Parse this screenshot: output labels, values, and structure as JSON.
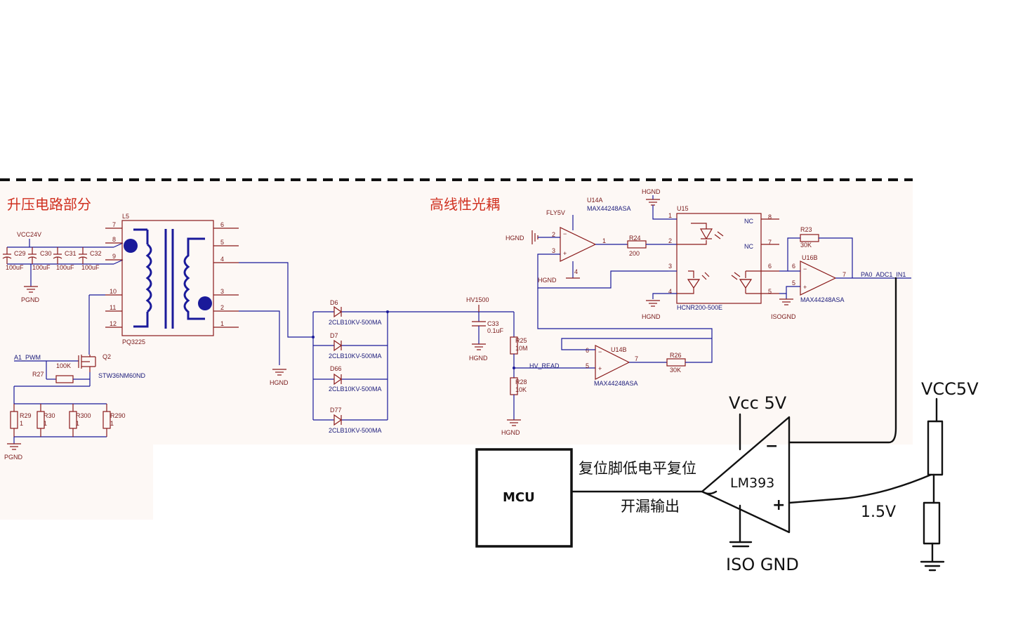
{
  "sections": {
    "boost_title": "升压电路部分",
    "optocoupler_title": "高线性光耦"
  },
  "labels": {
    "vcc24v": "VCC24V",
    "pgnd": "PGND",
    "pgnd2": "PGND",
    "c29": "C29",
    "c30": "C30",
    "c31": "C31",
    "c32": "C32",
    "cap_val": "100uF",
    "l5": "L5",
    "pq3225": "PQ3225",
    "a1_pwm": "A1_PWM",
    "r27": "R27",
    "r27_val": "100K",
    "q2": "Q2",
    "q2_part": "STW36NM60ND",
    "r29": "R29",
    "r30": "R30",
    "r300": "R300",
    "r290": "R290",
    "r_one": "1",
    "hgnd": "HGND",
    "d6": "D6",
    "d7": "D7",
    "d66": "D66",
    "d77": "D77",
    "diode_part": "2CLB10KV-500MA",
    "hv1500": "HV1500",
    "c33": "C33",
    "c33_val": "0.1uF",
    "r25": "R25",
    "r25_val": "10M",
    "r28": "R28",
    "r28_val": "10K",
    "hv_read": "HV_READ",
    "u14a": "U14A",
    "u14b": "U14B",
    "max_part": "MAX44248ASA",
    "fly5v": "FLY5V",
    "r24": "R24",
    "r24_val": "200",
    "u15": "U15",
    "hcnr": "HCNR200-500E",
    "nc": "NC",
    "r23": "R23",
    "r23_val": "30K",
    "u16b": "U16B",
    "pa0": "PA0_ADC1_IN1",
    "isognd": "ISOGND",
    "r26": "R26",
    "r26_val": "30K"
  },
  "handwritten": {
    "mcu": "MCU",
    "reset_note": "复位脚低电平复位",
    "open_drain": "开漏输出",
    "lm393": "LM393",
    "vcc5v": "Vcc 5V",
    "vcc5v_right": "VCC5V",
    "v15": "1.5V",
    "iso_gnd": "ISO GND",
    "minus": "−",
    "plus": "+"
  }
}
